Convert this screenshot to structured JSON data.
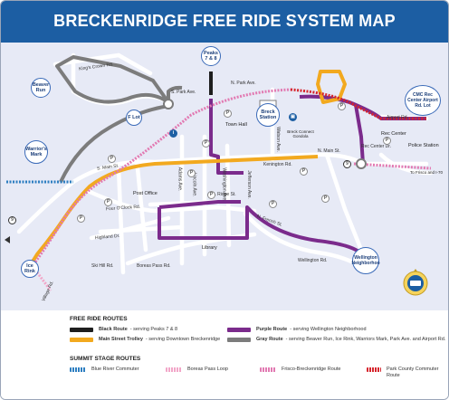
{
  "title": "BRECKENRIDGE FREE RIDE SYSTEM MAP",
  "stops": {
    "peaks": "Peaks 7 & 8",
    "beaver_run": "Beaver Run",
    "warriors_mark": "Warrior's Mark",
    "f_lot": "F Lot",
    "breck_station": "Breck Station",
    "cmc": "CMC Rec Center Airport Rd. Lot",
    "wellington": "Wellington Neighborhoo",
    "ice_rink": "Ice Rink"
  },
  "places": {
    "post_office": "Post Office",
    "library": "Library",
    "town_hall": "Town Hall",
    "breck_connect": "Breck Connect Gondola",
    "rec_center": "Rec Center",
    "police": "Police Station",
    "to_frisco": "To Frisco and I-70"
  },
  "streets": {
    "kings_crown": "King's Crown Rd.",
    "park_ave": "S. Park Ave.",
    "n_park_ave": "N. Park Ave.",
    "main": "S. Main St.",
    "n_main": "N. Main St.",
    "french": "N. French St.",
    "ridge": "S. Ridge St.",
    "airport": "Airport Rd.",
    "wellington_rd": "Wellington Rd.",
    "watson": "Watson Ave.",
    "adams": "Adams Ave.",
    "lincoln": "Lincoln Ave.",
    "washington": "Washington Ave.",
    "jefferson": "Jefferson Ave.",
    "highland": "Highland Dr.",
    "boreas": "Boreas Pass Rd.",
    "four_o_clock": "Four O'Clock Rd.",
    "village": "Village Rd.",
    "ski_hill": "Ski Hill Rd.",
    "rec_center_rd": "Rec Center Dr.",
    "kenington": "Kenington Rd."
  },
  "markers": {
    "highway": "9",
    "parking": "P",
    "info": "i",
    "gondola": "▣"
  },
  "legend": {
    "free_ride_heading": "FREE RIDE ROUTES",
    "summit_heading": "SUMMIT STAGE ROUTES",
    "items": [
      {
        "name": "Black Route",
        "desc": " - serving Peaks 7 & 8",
        "color": "#1e1e1e",
        "style": "solid"
      },
      {
        "name": "Main Street Trolley",
        "desc": " - serving Downtown Breckenridge",
        "color": "#f2a91f",
        "style": "solid"
      },
      {
        "name": "Purple Route",
        "desc": " - serving Wellington Neighborhood",
        "color": "#7b2b8c",
        "style": "solid"
      },
      {
        "name": "Gray Route",
        "desc": " - serving Beaver Run, Ice Rink, Warriors Mark, Park Ave. and Airport Rd.",
        "color": "#7c7c7c",
        "style": "solid"
      }
    ],
    "summit_items": [
      {
        "name": "Blue River Commuter",
        "color": "#2e7fc1"
      },
      {
        "name": "Boreas Pass Loop",
        "color": "#f2a6c8"
      },
      {
        "name": "Frisco-Breckenridge Route",
        "color": "#e27ab2"
      },
      {
        "name": "Park County Commuter Route",
        "color": "#d6262e"
      }
    ]
  },
  "colors": {
    "banner": "#1c5ea3",
    "map_bg": "#e7eaf6",
    "route_black": "#1e1e1e",
    "route_orange": "#f2a91f",
    "route_purple": "#7b2b8c",
    "route_gray": "#7c7c7c",
    "summit_blue": "#2e7fc1",
    "summit_pink": "#f2a6c8",
    "summit_magenta": "#e27ab2",
    "summit_red": "#d6262e"
  }
}
